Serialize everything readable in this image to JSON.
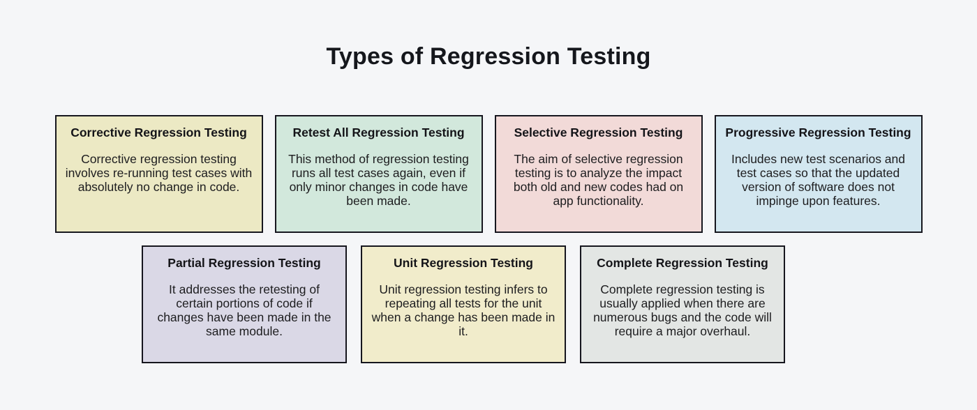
{
  "page": {
    "title": "Types of Regression Testing",
    "background_color": "#f5f6f8",
    "card_border_color": "#16161e",
    "text_color": "#1d1d1f"
  },
  "cards": [
    {
      "title": "Corrective Regression Testing",
      "body": "Corrective regression testing involves re-running test cases with absolutely no change in code.",
      "bg": "#ece9c4"
    },
    {
      "title": "Retest All Regression Testing",
      "body": "This method of regression testing runs all test cases again, even if only minor changes in code have been made.",
      "bg": "#d2e8dc"
    },
    {
      "title": "Selective Regression Testing",
      "body": "The aim of selective regression testing is to analyze the impact both old and new codes had on app functionality.",
      "bg": "#f2dad8"
    },
    {
      "title": "Progressive Regression Testing",
      "body": "Includes new test scenarios and test cases so that the updated version of software does not impinge upon features.",
      "bg": "#d3e7f0"
    },
    {
      "title": "Partial Regression Testing",
      "body": "It addresses the retesting of certain portions of code if changes have been made in the same module.",
      "bg": "#dad8e6"
    },
    {
      "title": "Unit Regression Testing",
      "body": "Unit regression testing infers to repeating all tests for the unit when a change has been made in it.",
      "bg": "#f1eccb"
    },
    {
      "title": "Complete Regression Testing",
      "body": "Complete regression testing is usually applied when there are numerous bugs and the code will require a major overhaul.",
      "bg": "#e3e6e4"
    }
  ]
}
